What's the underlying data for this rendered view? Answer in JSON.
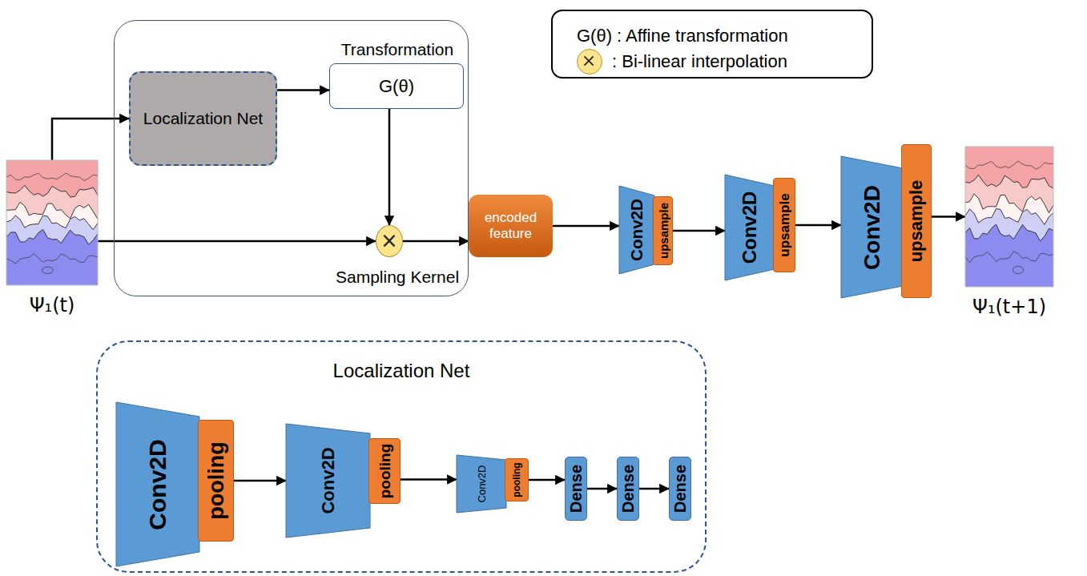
{
  "diagram": {
    "nodes": [
      {
        "text": [
          "Ψ₁(t)"
        ]
      },
      {
        "text": [
          "Sampling Kernel"
        ]
      },
      {
        "text": [
          "Localization Net"
        ],
        "in": 1
      },
      {
        "text": [
          "Transformation",
          "G(θ)"
        ],
        "in": 1
      },
      {
        "text": [
          "×"
        ],
        "in": 1
      },
      {
        "text": [
          "encoded feature"
        ]
      },
      {
        "text": [
          "Conv2D"
        ]
      },
      {
        "text": [
          "upsample"
        ]
      },
      {
        "text": [
          "Conv2D"
        ]
      },
      {
        "text": [
          "upsample"
        ]
      },
      {
        "text": [
          "Conv2D"
        ]
      },
      {
        "text": [
          "upsample"
        ]
      },
      {
        "text": [
          "Ψ₁(t+1)"
        ]
      },
      {
        "text": [
          "Localization Net"
        ]
      },
      {
        "text": [
          "Conv2D"
        ],
        "in": 13
      },
      {
        "text": [
          "pooling"
        ],
        "in": 13
      },
      {
        "text": [
          "Conv2D"
        ],
        "in": 13
      },
      {
        "text": [
          "pooling"
        ],
        "in": 13
      },
      {
        "text": [
          "Conv2D"
        ],
        "in": 13
      },
      {
        "text": [
          "pooling"
        ],
        "in": 13
      },
      {
        "text": [
          "Dense"
        ],
        "in": 13
      },
      {
        "text": [
          "Dense"
        ],
        "in": 13
      },
      {
        "text": [
          "Dense"
        ],
        "in": 13
      }
    ],
    "edges": [
      {
        "from": 0,
        "to": 2,
        "arrow": "to"
      },
      {
        "from": 2,
        "to": 3,
        "arrow": "to"
      },
      {
        "from": 3,
        "to": 4,
        "arrow": "to"
      },
      {
        "from": 0,
        "to": 4,
        "arrow": "to"
      },
      {
        "from": 4,
        "to": 5,
        "arrow": "to"
      },
      {
        "from": 5,
        "to": 6,
        "arrow": "to"
      },
      {
        "from": 7,
        "to": 8,
        "arrow": "to"
      },
      {
        "from": 9,
        "to": 10,
        "arrow": "to"
      },
      {
        "from": 11,
        "to": 12,
        "arrow": "to"
      },
      {
        "from": 15,
        "to": 16,
        "arrow": "to"
      },
      {
        "from": 17,
        "to": 18,
        "arrow": "to"
      },
      {
        "from": 19,
        "to": 20,
        "arrow": "to"
      },
      {
        "from": 20,
        "to": 21,
        "arrow": "to"
      },
      {
        "from": 21,
        "to": 22,
        "arrow": "to"
      }
    ],
    "legend": [
      {
        "text": "G(θ) : Affine transformation"
      },
      {
        "text": ": Bi-linear interpolation",
        "color": "#fde58e"
      }
    ]
  }
}
